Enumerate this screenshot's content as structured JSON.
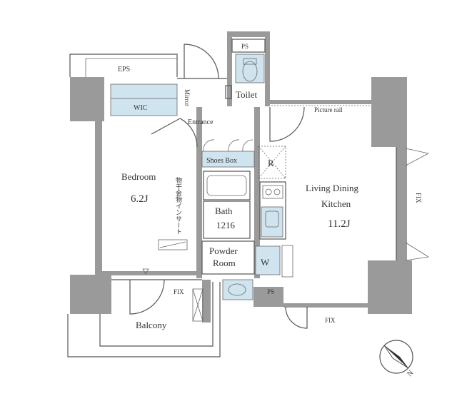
{
  "rooms": {
    "eps": "EPS",
    "ps_top": "PS",
    "toilet": "Toilet",
    "wic": "WIC",
    "mirror": "Mirror",
    "entrance": "Entrance",
    "picture_rail": "Picture rail",
    "shoes_box": "Shoes Box",
    "bedroom": "Bedroom",
    "bedroom_size": "6.2J",
    "bedroom_note": "物干金物インサート",
    "refrigerator": "R",
    "bath": "Bath",
    "bath_size": "1216",
    "ldk_line1": "Living Dining",
    "ldk_line2": "Kitchen",
    "ldk_size": "11.2J",
    "powder_line1": "Powder",
    "powder_line2": "Room",
    "washer": "W",
    "ps_bottom": "PS",
    "fix_right": "FIX",
    "fix_balcony": "FIX",
    "fix_bottom": "FIX",
    "balcony": "Balcony",
    "compass_north": "N"
  },
  "colors": {
    "wall": "#9a9a9a",
    "storage_fill": "#cfe4ef",
    "line": "#555555"
  }
}
